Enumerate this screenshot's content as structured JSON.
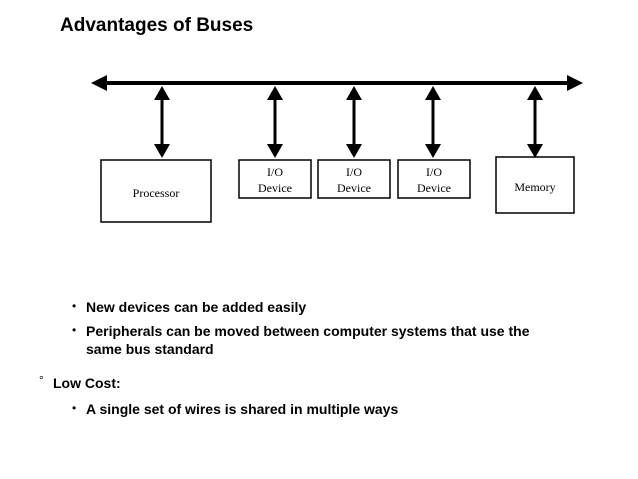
{
  "title": "Advantages of Buses",
  "diagram": {
    "boxes": [
      {
        "lines": [
          "Processor"
        ]
      },
      {
        "lines": [
          "I/O",
          "Device"
        ]
      },
      {
        "lines": [
          "I/O",
          "Device"
        ]
      },
      {
        "lines": [
          "I/O",
          "Device"
        ]
      },
      {
        "lines": [
          "Memory"
        ]
      }
    ]
  },
  "bullets": {
    "sub1": "New devices can be added easily",
    "sub2_line1": "Peripherals can be moved between computer systems that use the",
    "sub2_line2": "same bus standard",
    "main": "Low Cost:",
    "sub3": "A single set of wires is shared in multiple ways",
    "bullet_glyph": "•",
    "main_glyph": "°"
  }
}
